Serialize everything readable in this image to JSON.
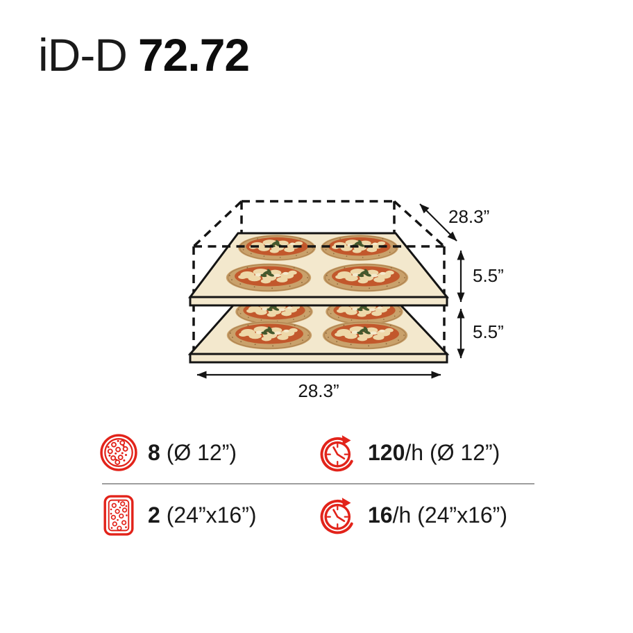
{
  "title": {
    "series": "iD-D",
    "model": "72.72"
  },
  "diagram": {
    "decks": 2,
    "pizzas_per_deck": 4,
    "depth_label": "28.3”",
    "width_label": "28.3”",
    "top_deck_height_label": "5.5”",
    "bottom_deck_height_label": "5.5”"
  },
  "specs": {
    "pizza_capacity": {
      "icon": "pizza-icon",
      "value": "8",
      "detail": " (Ø 12”)"
    },
    "pizza_rate": {
      "icon": "clock-icon",
      "value": "120",
      "detail": "/h (Ø 12”)"
    },
    "tray_capacity": {
      "icon": "tray-icon",
      "value": "2",
      "detail": " (24”x16”)"
    },
    "tray_rate": {
      "icon": "clock-icon",
      "value": "16",
      "detail": "/h (24”x16”)"
    }
  },
  "colors": {
    "accent": "#e2231a",
    "deck": "#f3e8cd",
    "outline": "#141414",
    "divider": "#9e9e9e",
    "pizza_crust": "#c9a16b",
    "pizza_sauce": "#c2582c",
    "pizza_cheese": "#eed8a9",
    "pizza_basil": "#44582d"
  }
}
